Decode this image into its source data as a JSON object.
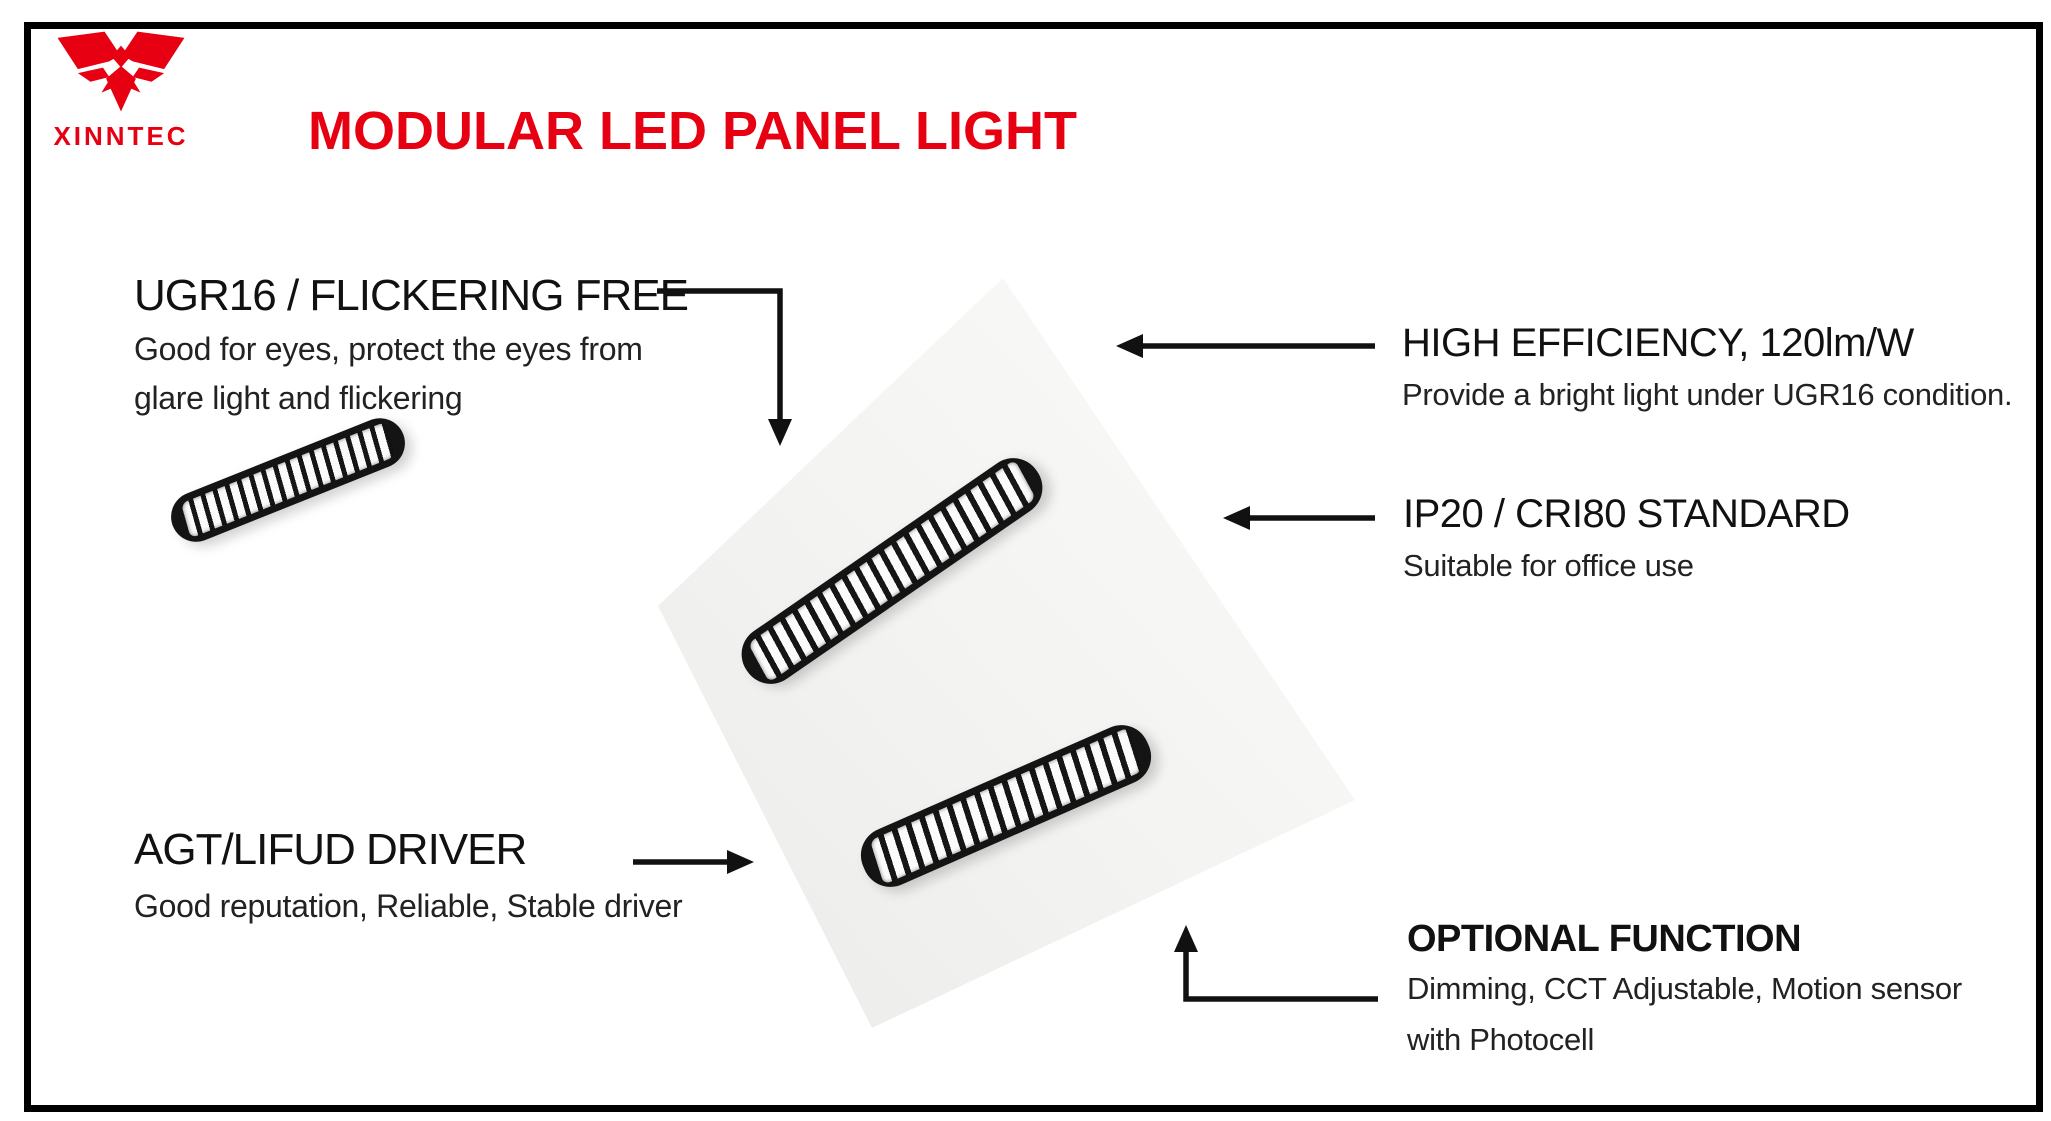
{
  "header": {
    "brand": "XINNTEC",
    "title": "MODULAR LED PANEL LIGHT",
    "accent_color": "#e60012"
  },
  "product": {
    "name": "modular LED panel with two louver light bars",
    "panel_color": "#f5f5f3",
    "louver_color": "#141414"
  },
  "arrow_color": "#111111",
  "callouts": [
    {
      "id": "ugr16",
      "heading": "UGR16 / FLICKERING FREE",
      "body_lines": [
        "Good for eyes, protect the eyes from",
        "glare light and flickering"
      ]
    },
    {
      "id": "high-efficiency",
      "heading": "HIGH EFFICIENCY, 120lm/W",
      "body_lines": [
        "Provide a bright light under UGR16 condition."
      ]
    },
    {
      "id": "ip20",
      "heading": "IP20 / CRI80 STANDARD",
      "body_lines": [
        "Suitable for office use"
      ]
    },
    {
      "id": "driver",
      "heading": "AGT/LIFUD DRIVER",
      "body_lines": [
        "Good reputation, Reliable, Stable driver"
      ]
    },
    {
      "id": "optional",
      "heading": "OPTIONAL FUNCTION",
      "body_lines": [
        "Dimming, CCT Adjustable, Motion sensor",
        "with Photocell"
      ]
    }
  ]
}
